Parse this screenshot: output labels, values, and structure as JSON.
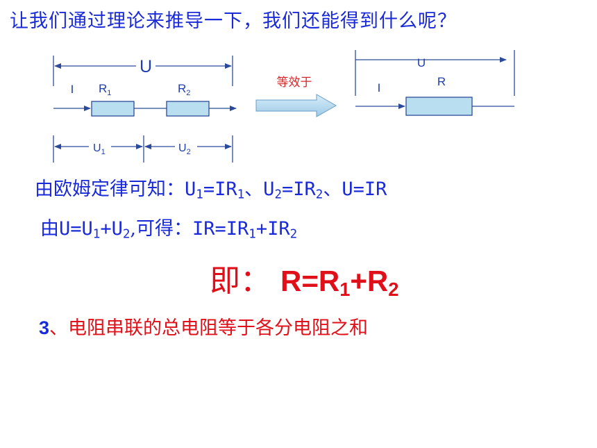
{
  "title": "让我们通过理论来推导一下，我们还能得到什么呢？",
  "diagram": {
    "left": {
      "total_voltage": "U",
      "current": "I",
      "r1": "R",
      "r1_sub": "1",
      "r2": "R",
      "r2_sub": "2",
      "u1": "U",
      "u1_sub": "1",
      "u2": "U",
      "u2_sub": "2"
    },
    "arrow_label": "等效于",
    "right": {
      "total_voltage": "U",
      "current": "I",
      "r": "R"
    }
  },
  "ohm_line": {
    "prefix": "由欧姆定律可知：",
    "eq1": "U",
    "eq1_s1": "1",
    "eq1_mid": "=IR",
    "eq1_s2": "1",
    "sep1": "、",
    "eq2": "U",
    "eq2_s1": "2",
    "eq2_mid": "=IR",
    "eq2_s2": "2",
    "sep2": "、",
    "eq3": "U=IR"
  },
  "sum_line": {
    "prefix": "由",
    "a": "U=U",
    "a_s1": "1",
    "a_mid": "+U",
    "a_s2": "2",
    "mid": ",可得：",
    "b": "IR=IR",
    "b_s1": "1",
    "b_mid": "+IR",
    "b_s2": "2"
  },
  "result": {
    "prefix": "即：",
    "f1": "R=R",
    "f_s1": "1",
    "f_mid": "+R",
    "f_s2": "2"
  },
  "conclusion": {
    "number": "3",
    "text": "、电阻串联的总电阻等于各分电阻之和"
  },
  "colors": {
    "blue_text": "#1a2ad8",
    "red_text": "#e0101a",
    "resistor_fill": "#b9def0",
    "resistor_stroke": "#2c4a9a",
    "wire": "#2c4a9a"
  }
}
